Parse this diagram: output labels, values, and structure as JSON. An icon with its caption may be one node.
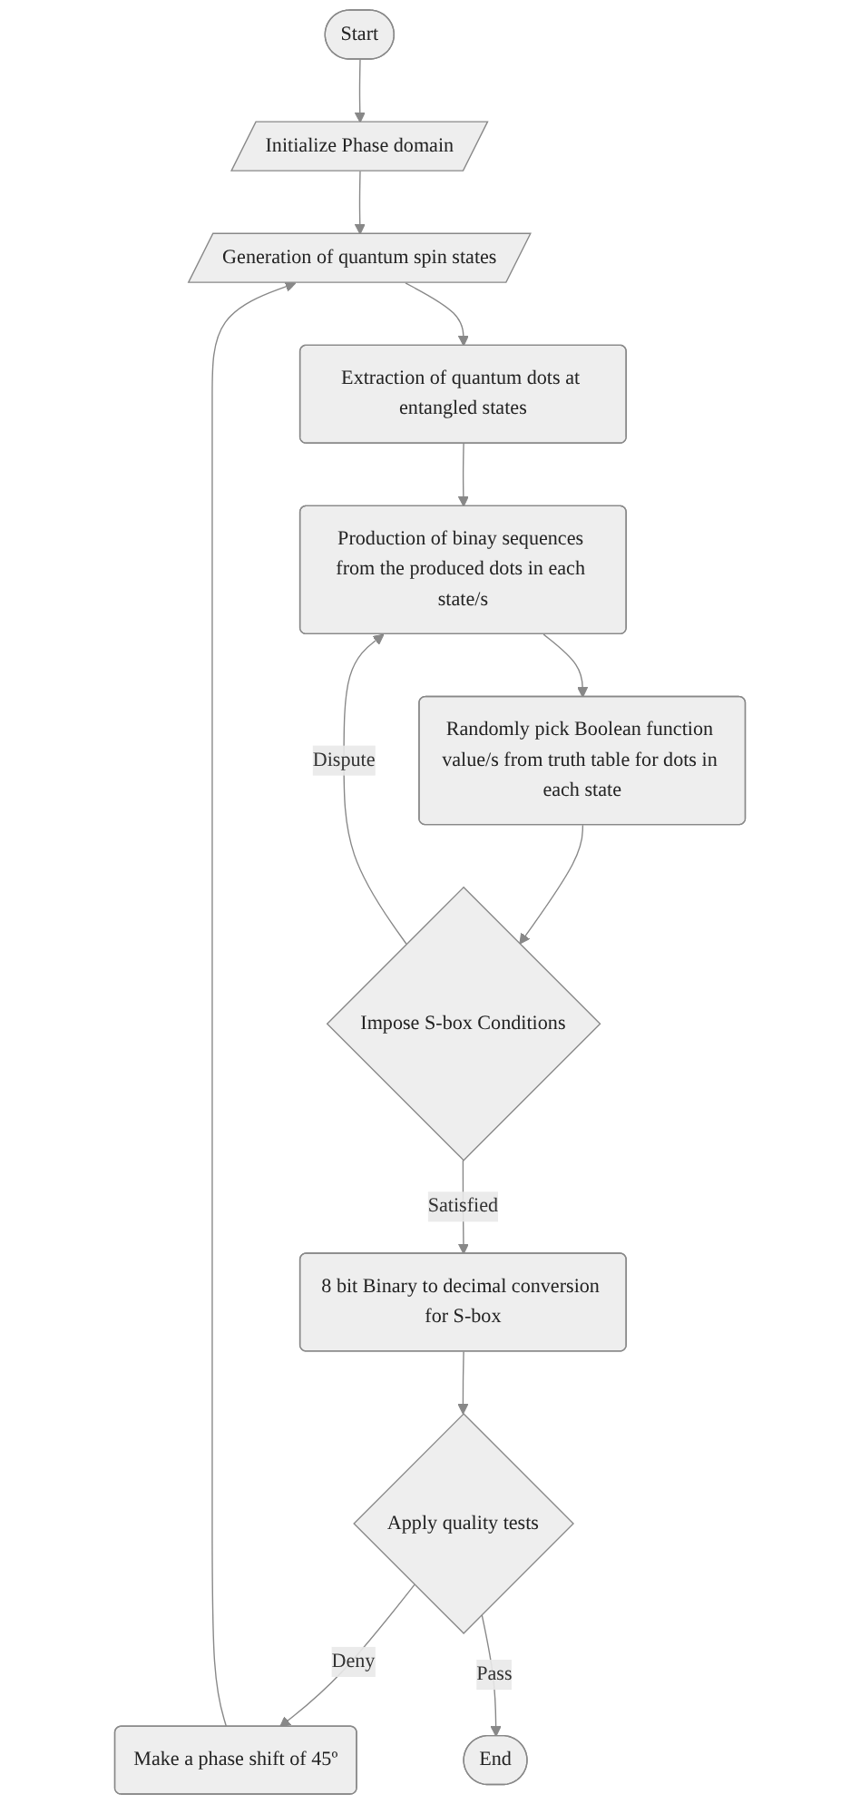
{
  "diagram": {
    "nodes": [
      {
        "text": [
          "Start"
        ]
      },
      {
        "text": [
          "Initialize Phase domain"
        ]
      },
      {
        "text": [
          "Generation of quantum spin states"
        ]
      },
      {
        "text": [
          "Make a phase shift of 45º"
        ]
      },
      {
        "text": [
          "Extraction of quantum dots at entangled states"
        ]
      },
      {
        "text": [
          "Production of binay sequences from the produced dots in each state/s"
        ]
      },
      {
        "text": [
          "Randomly pick Boolean function value/s from truth table for dots in each state"
        ]
      },
      {
        "text": [
          "Impose S-box Conditions"
        ]
      },
      {
        "text": [
          "8 bit Binary to decimal conversion for S-box"
        ]
      },
      {
        "text": [
          "Apply quality tests"
        ]
      },
      {
        "text": [
          "End"
        ]
      }
    ],
    "edges": [
      {
        "from": 0,
        "to": 1,
        "arrow": "to"
      },
      {
        "from": 1,
        "to": 2,
        "arrow": "to"
      },
      {
        "from": 3,
        "to": 2,
        "arrow": "to"
      },
      {
        "from": 2,
        "to": 4,
        "arrow": "to"
      },
      {
        "from": 4,
        "to": 5,
        "arrow": "to"
      },
      {
        "from": 5,
        "to": 6,
        "arrow": "to"
      },
      {
        "from": 6,
        "to": 7,
        "arrow": "to"
      },
      {
        "from": 7,
        "to": 5,
        "label": "Dispute",
        "arrow": "to"
      },
      {
        "from": 7,
        "to": 8,
        "label": "Satisfied",
        "arrow": "to"
      },
      {
        "from": 8,
        "to": 9,
        "arrow": "to"
      },
      {
        "from": 9,
        "to": 3,
        "label": "Deny",
        "arrow": "to"
      },
      {
        "from": 9,
        "to": 10,
        "label": "Pass",
        "arrow": "to"
      }
    ]
  }
}
